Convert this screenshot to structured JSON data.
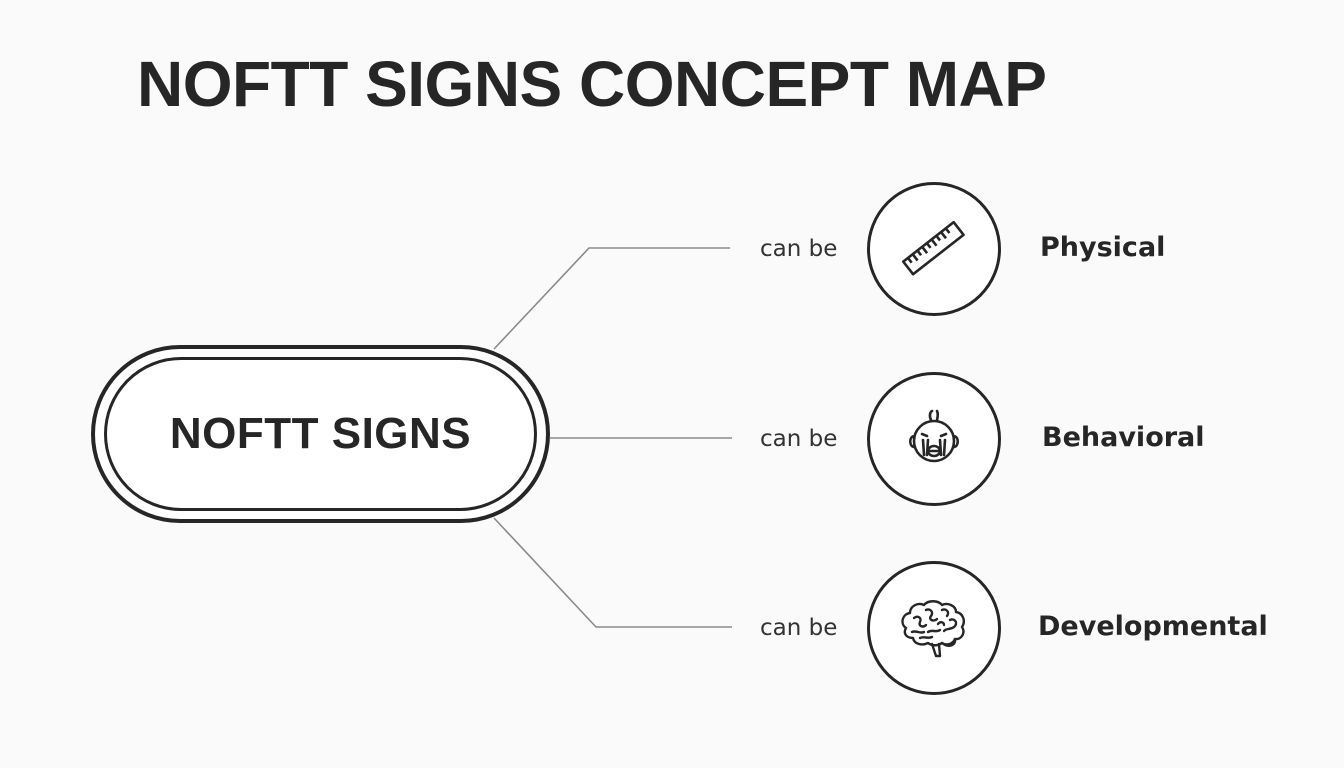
{
  "title": "NOFTT SIGNS CONCEPT MAP",
  "central_node": {
    "label": "NOFTT SIGNS"
  },
  "colors": {
    "background": "#fafafa",
    "stroke": "#262626",
    "connector": "#8a8a8a",
    "text": "#262626"
  },
  "branches": [
    {
      "connector_label": "can be",
      "icon": "ruler-icon",
      "category": "Physical"
    },
    {
      "connector_label": "can be",
      "icon": "crying-baby-icon",
      "category": "Behavioral"
    },
    {
      "connector_label": "can be",
      "icon": "brain-icon",
      "category": "Developmental"
    }
  ]
}
